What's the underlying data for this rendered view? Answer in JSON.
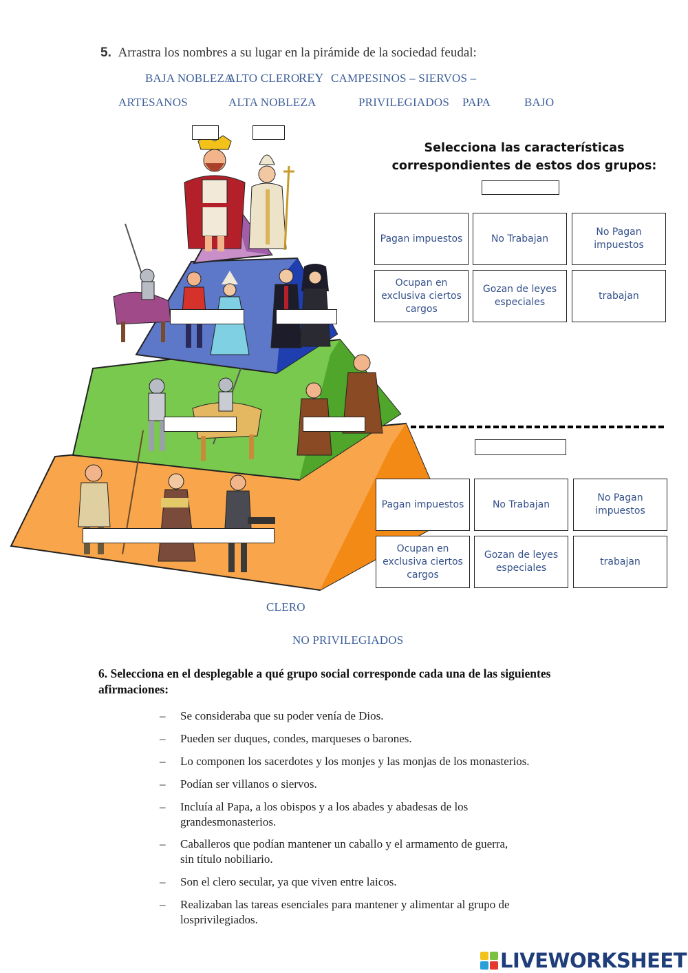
{
  "exercise5": {
    "number": "5.",
    "instruction": "Arrastra los nombres a su lugar en la pirámide de la sociedad feudal:",
    "words": {
      "baja_nobleza": "BAJA NOBLEZA",
      "alto_clero": "ALTO CLERO",
      "rey": "REY",
      "campesinos": "CAMPESINOS – SIERVOS –",
      "artesanos": "ARTESANOS",
      "alta_nobleza": "ALTA NOBLEZA",
      "privilegiados": "PRIVILEGIADOS",
      "papa": "PAPA",
      "bajo": "BAJO",
      "clero": "CLERO",
      "no_privilegiados": "NO PRIVILEGIADOS"
    },
    "panel_title": "Selecciona las características correspondientes de estos dos grupos:",
    "options": [
      "Pagan impuestos",
      "No Trabajan",
      "No Pagan impuestos",
      "Ocupan en exclusiva ciertos cargos",
      "Gozan de leyes especiales",
      "trabajan"
    ]
  },
  "exercise6": {
    "title": "6. Selecciona en el desplegable a qué grupo social corresponde cada una de las siguientes afirmaciones:",
    "dash": "–",
    "statements": [
      "Se consideraba que su poder venía de Dios.",
      "Pueden ser duques, condes, marqueses o barones.",
      "Lo componen los sacerdotes y los monjes y las monjas de los monasterios.",
      "Podían ser villanos o siervos.",
      "Incluía al Papa, a los obispos y a los abades y abadesas de los grandesmonasterios.",
      "Caballeros que podían mantener un caballo y el armamento de guerra, sin título nobiliario.",
      "Son el clero secular, ya que viven entre laicos.",
      "Realizaban las tareas esenciales para mantener y alimentar al grupo de losprivilegiados."
    ]
  },
  "brand": {
    "name": "LIVEWORKSHEETS"
  },
  "colors": {
    "word_blue": "#3d5f99",
    "tier_top": "#c98fc9",
    "tier_upper": "#5d77c9",
    "tier_middle": "#78c94e",
    "tier_base": "#f9a54b",
    "tier_base_side": "#f48a16"
  },
  "icons": [
    "king-figure",
    "pope-figure",
    "noble-figures",
    "bishop-nun-figures",
    "knight-figures",
    "monk-figures",
    "peasant-figures",
    "liveworksheets-logo-icon"
  ]
}
